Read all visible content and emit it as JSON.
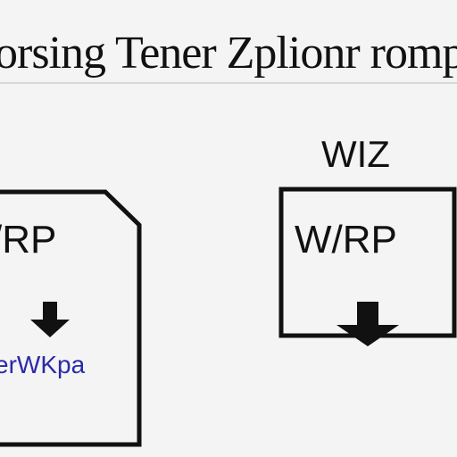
{
  "title": "orsing Tener Zplionr rompatpa",
  "left_box": {
    "label": "/RP",
    "output_label": "erWKpa",
    "arrow_icon": "down-arrow-icon",
    "colors": {
      "border": "#111111",
      "output_text": "#2a2aa8"
    }
  },
  "right_box": {
    "top_label": "WIZ",
    "label": "W/RP",
    "arrow_icon": "down-arrow-icon",
    "colors": {
      "border": "#111111"
    }
  }
}
